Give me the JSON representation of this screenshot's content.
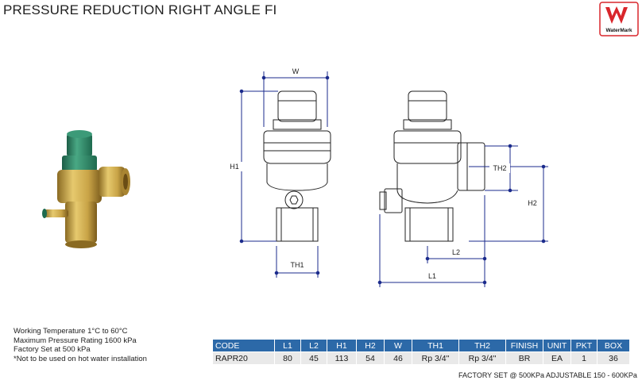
{
  "title": "PRESSURE REDUCTION RIGHT ANGLE FI",
  "logo": {
    "text": "WaterMark",
    "color": "#d9262b"
  },
  "notes": [
    "Working Temperature  1°C to 60°C",
    "Maximum Pressure Rating  1600 kPa",
    "Factory Set at 500 kPa",
    "*Not to be used on hot water installation"
  ],
  "drawing_labels": {
    "w": "W",
    "h1": "H1",
    "th1": "TH1",
    "th2": "TH2",
    "h2": "H2",
    "l2": "L2",
    "l1": "L1"
  },
  "table": {
    "headers": [
      "CODE",
      "L1",
      "L2",
      "H1",
      "H2",
      "W",
      "TH1",
      "TH2",
      "FINISH",
      "UNIT",
      "PKT",
      "BOX"
    ],
    "rows": [
      [
        "RAPR20",
        "80",
        "45",
        "113",
        "54",
        "46",
        "Rp 3/4\"",
        "Rp 3/4\"",
        "BR",
        "EA",
        "1",
        "36"
      ]
    ]
  },
  "factory_note": "FACTORY SET @ 500KPa ADJUSTABLE 150 - 600KPa",
  "colors": {
    "header_bg": "#2c69a8",
    "dimension_line": "#1b2b8c",
    "brass": "#c9a447",
    "cap": "#2f8a6a"
  }
}
